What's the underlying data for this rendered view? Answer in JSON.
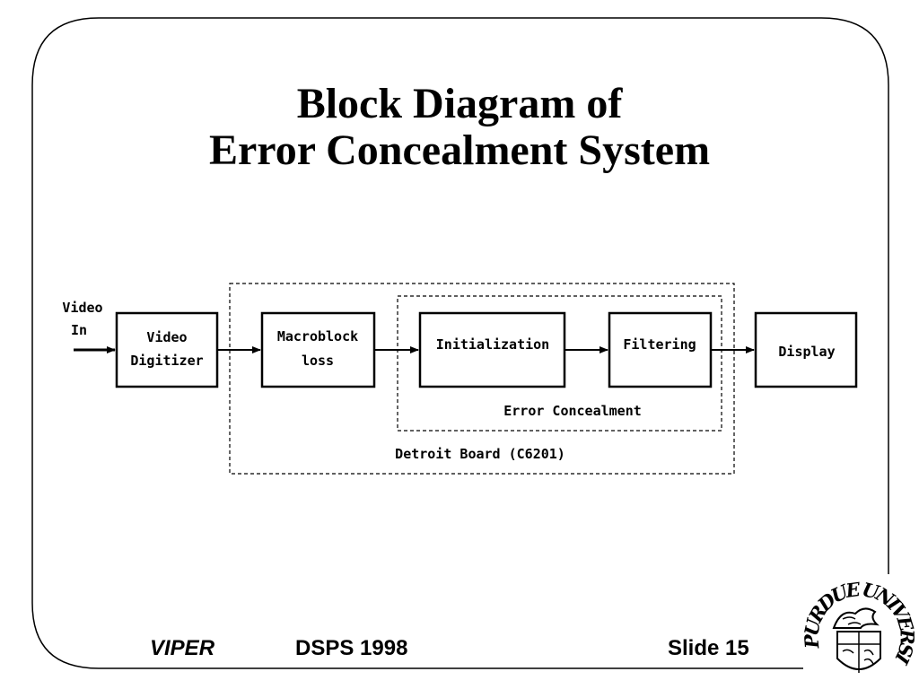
{
  "slide": {
    "title_line1": "Block Diagram of",
    "title_line2": "Error Concealment System"
  },
  "diagram": {
    "input_label_line1": "Video",
    "input_label_line2": "In",
    "blocks": {
      "video_digitizer": {
        "line1": "Video",
        "line2": "Digitizer"
      },
      "macroblock_loss": {
        "line1": "Macroblock",
        "line2": "loss"
      },
      "initialization": {
        "label": "Initialization"
      },
      "filtering": {
        "label": "Filtering"
      },
      "display": {
        "label": "Display"
      }
    },
    "groups": {
      "error_concealment": "Error Concealment",
      "detroit_board": "Detroit Board (C6201)"
    }
  },
  "footer": {
    "left": "VIPER",
    "center": "DSPS 1998",
    "right": "Slide 15"
  },
  "logo": {
    "text": "PURDUE UNIVERSITY"
  },
  "colors": {
    "ink": "#000000",
    "background": "#ffffff"
  }
}
